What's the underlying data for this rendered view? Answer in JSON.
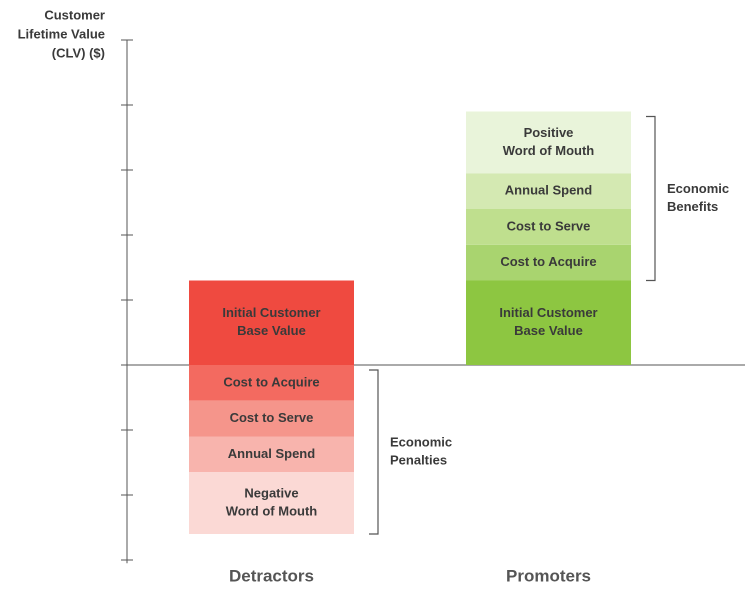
{
  "chart_data": {
    "type": "bar",
    "ylabel": [
      "Customer",
      "Lifetime Value",
      "(CLV) ($)"
    ],
    "categories": [
      "Detractors",
      "Promoters"
    ],
    "stacks": [
      {
        "category": "Detractors",
        "segments": [
          {
            "label": [
              "Initial Customer",
              "Base Value"
            ],
            "value": 1.3,
            "color": "#ef4a40"
          },
          {
            "label": [
              "Cost to Acquire"
            ],
            "value": -0.55,
            "color": "#f36a60"
          },
          {
            "label": [
              "Cost to Serve"
            ],
            "value": -0.55,
            "color": "#f5958b"
          },
          {
            "label": [
              "Annual Spend"
            ],
            "value": -0.55,
            "color": "#f8b4ad"
          },
          {
            "label": [
              "Negative",
              "Word of Mouth"
            ],
            "value": -0.95,
            "color": "#fbd9d5"
          }
        ],
        "bracket": {
          "label": [
            "Economic",
            "Penalties"
          ]
        }
      },
      {
        "category": "Promoters",
        "segments": [
          {
            "label": [
              "Initial Customer",
              "Base Value"
            ],
            "value": 1.3,
            "color": "#8dc641"
          },
          {
            "label": [
              "Cost to Acquire"
            ],
            "value": 0.55,
            "color": "#a9d46f"
          },
          {
            "label": [
              "Cost to Serve"
            ],
            "value": 0.55,
            "color": "#bfdf8e"
          },
          {
            "label": [
              "Annual Spend"
            ],
            "value": 0.55,
            "color": "#d4e9b2"
          },
          {
            "label": [
              "Positive",
              "Word of Mouth"
            ],
            "value": 0.95,
            "color": "#e9f4da"
          }
        ],
        "bracket": {
          "label": [
            "Economic",
            "Benefits"
          ]
        }
      }
    ],
    "ylim": [
      -3.05,
      5.0
    ],
    "yticks": [
      -3,
      -2,
      -1,
      0,
      1,
      2,
      3,
      4,
      5
    ],
    "colors": {
      "axis": "#555555",
      "text": "#3a3a3a",
      "category_text": "#555555"
    }
  }
}
